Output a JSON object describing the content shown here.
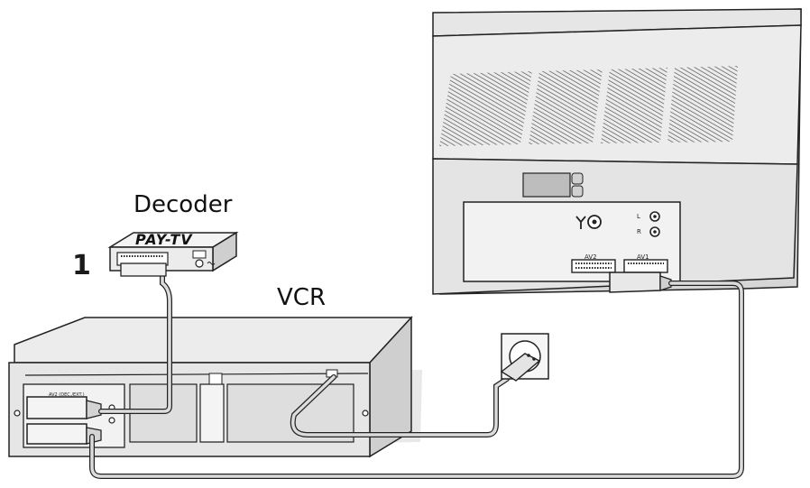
{
  "labels": {
    "step": "1",
    "decoder": "Decoder",
    "vcr": "VCR",
    "paytv": "PAY-TV"
  },
  "tv_sockets": {
    "av2": "AV2",
    "av1": "AV1",
    "audio_left": "L",
    "audio_right": "R"
  },
  "vcr_sockets": {
    "av2": "AV2 (DEC./EXT.)"
  },
  "colors": {
    "line": "#222222",
    "device_fill": "#ececec",
    "shade": "#cfcfcf",
    "cable": "#dcdcdc"
  }
}
